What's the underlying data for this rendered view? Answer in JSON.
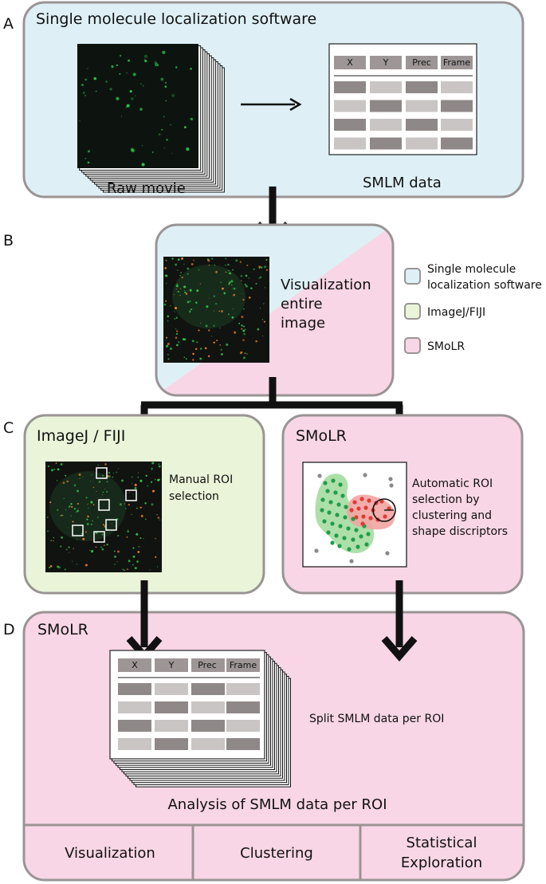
{
  "panel_letters": {
    "a": "A",
    "b": "B",
    "c": "C",
    "d": "D"
  },
  "colors": {
    "sml_software": "#def0f6",
    "imagej": "#e9f4d8",
    "smolr": "#f8d6e5",
    "border": "#9a9494",
    "table_dark": "#8f8888",
    "table_light": "#c9c5c5",
    "header_fill": "#9e9696",
    "cluster_green": "#1f9e4a",
    "cluster_red": "#e23a35"
  },
  "panel_a": {
    "title": "Single molecule localization software",
    "raw_movie_label": "Raw movie",
    "smlm_data_label": "SMLM data",
    "table_headers": [
      "X",
      "Y",
      "Prec",
      "Frame"
    ]
  },
  "panel_b": {
    "visualization_label_line1": "Visualization",
    "visualization_label_line2": "entire",
    "visualization_label_line3": "image"
  },
  "legend": {
    "item1_line1": "Single molecule",
    "item1_line2": "localization software",
    "item2": "ImageJ/FIJI",
    "item3": "SMoLR"
  },
  "panel_c": {
    "left_title": "ImageJ / FIJI",
    "left_label_line1": "Manual ROI",
    "left_label_line2": "selection",
    "right_title": "SMoLR",
    "right_label_line1": "Automatic ROI",
    "right_label_line2": "selection by",
    "right_label_line3": "clustering and",
    "right_label_line4": "shape discriptors"
  },
  "panel_d": {
    "title": "SMoLR",
    "table_headers": [
      "X",
      "Y",
      "Prec",
      "Frame"
    ],
    "split_label": "Split SMLM data per ROI",
    "analysis_label": "Analysis of SMLM data per ROI",
    "bottom_cell1": "Visualization",
    "bottom_cell2": "Clustering",
    "bottom_cell3_line1": "Statistical",
    "bottom_cell3_line2": "Exploration"
  }
}
